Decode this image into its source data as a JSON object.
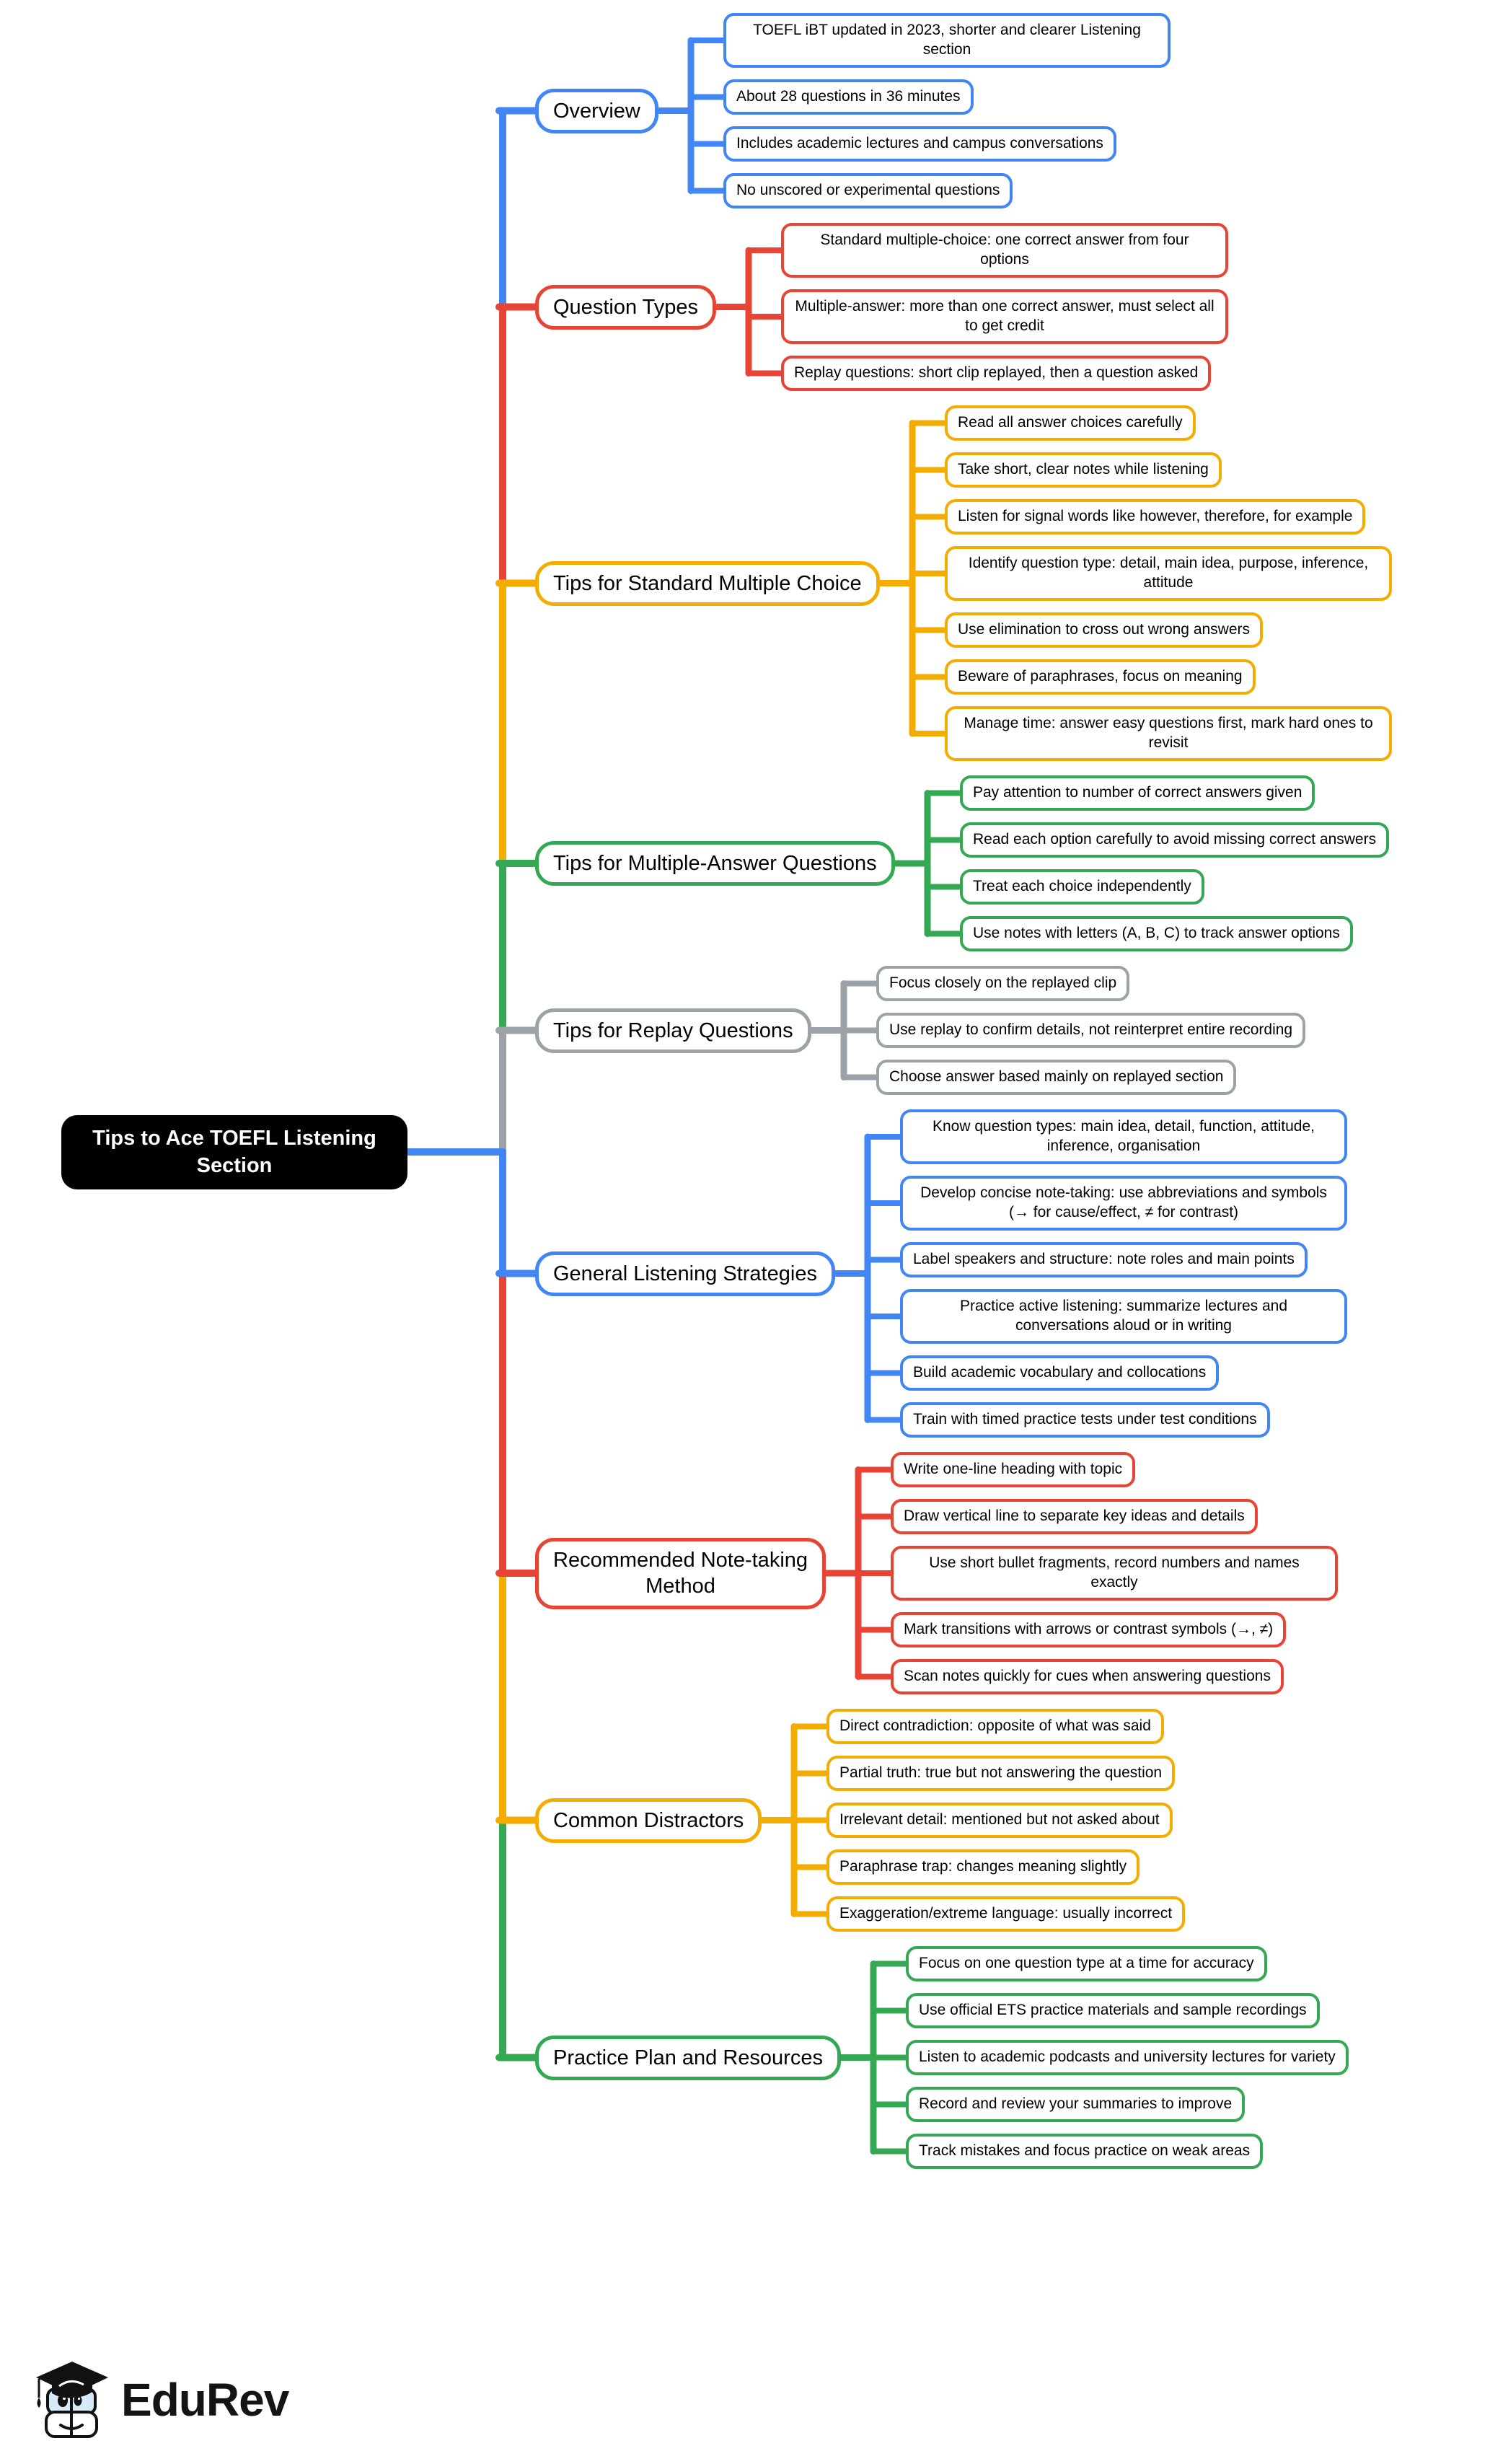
{
  "root": {
    "label": "Tips to Ace TOEFL Listening Section"
  },
  "colors": {
    "blue": "#4285F4",
    "red": "#E84435",
    "yellow": "#F5AC00",
    "green": "#34A853",
    "gray": "#9CA3A8",
    "root_bg": "#000000",
    "root_text": "#ffffff"
  },
  "branches": [
    {
      "label": "Overview",
      "color": "blue",
      "children": [
        "TOEFL iBT updated in 2023, shorter and clearer Listening section",
        "About 28 questions in 36 minutes",
        "Includes academic lectures and campus conversations",
        "No unscored or experimental questions"
      ]
    },
    {
      "label": "Question Types",
      "color": "red",
      "children": [
        "Standard multiple-choice: one correct answer from four options",
        "Multiple-answer: more than one correct answer, must select all to get credit",
        "Replay questions: short clip replayed, then a question asked"
      ]
    },
    {
      "label": "Tips for Standard Multiple Choice",
      "color": "yellow",
      "children": [
        "Read all answer choices carefully",
        "Take short, clear notes while listening",
        "Listen for signal words like however, therefore, for example",
        "Identify question type: detail, main idea, purpose, inference, attitude",
        "Use elimination to cross out wrong answers",
        "Beware of paraphrases, focus on meaning",
        "Manage time: answer easy questions first, mark hard ones to revisit"
      ]
    },
    {
      "label": "Tips for Multiple-Answer Questions",
      "color": "green",
      "children": [
        "Pay attention to number of correct answers given",
        "Read each option carefully to avoid missing correct answers",
        "Treat each choice independently",
        "Use notes with letters (A, B, C) to track answer options"
      ]
    },
    {
      "label": "Tips for Replay Questions",
      "color": "gray",
      "children": [
        "Focus closely on the replayed clip",
        "Use replay to confirm details, not reinterpret entire recording",
        "Choose answer based mainly on replayed section"
      ]
    },
    {
      "label": "General Listening Strategies",
      "color": "blue",
      "children": [
        "Know question types: main idea, detail, function, attitude, inference, organisation",
        "Develop concise note-taking: use abbreviations and symbols (→ for cause/effect, ≠ for contrast)",
        "Label speakers and structure: note roles and main points",
        "Practice active listening: summarize lectures and conversations aloud or in writing",
        "Build academic vocabulary and collocations",
        "Train with timed practice tests under test conditions"
      ]
    },
    {
      "label": "Recommended Note-taking\nMethod",
      "color": "red",
      "children": [
        "Write one-line heading with topic",
        "Draw vertical line to separate key ideas and details",
        "Use short bullet fragments, record numbers and names exactly",
        "Mark transitions with arrows or contrast symbols (→, ≠)",
        "Scan notes quickly for cues when answering questions"
      ]
    },
    {
      "label": "Common Distractors",
      "color": "yellow",
      "children": [
        "Direct contradiction: opposite of what was said",
        "Partial truth: true but not answering the question",
        "Irrelevant detail: mentioned but not asked about",
        "Paraphrase trap: changes meaning slightly",
        "Exaggeration/extreme language: usually incorrect"
      ]
    },
    {
      "label": "Practice Plan and Resources",
      "color": "green",
      "children": [
        "Focus on one question type at a time for accuracy",
        "Use official ETS practice materials and sample recordings",
        "Listen to academic podcasts and university lectures for variety",
        "Record and review your summaries to improve",
        "Track mistakes and focus practice on weak areas"
      ]
    }
  ],
  "footer": {
    "brand": "EduRev"
  }
}
